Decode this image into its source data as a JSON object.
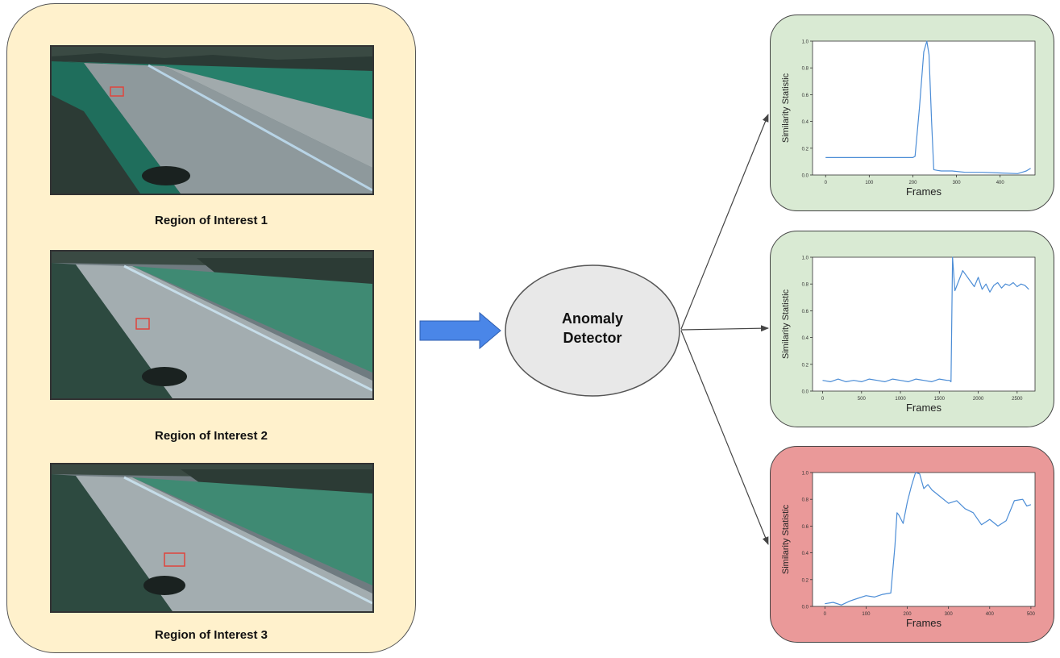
{
  "regions": [
    {
      "label": "Region of Interest 1"
    },
    {
      "label": "Region of Interest 2"
    },
    {
      "label": "Region of Interest 3"
    }
  ],
  "detector": {
    "line1": "Anomaly",
    "line2": "Detector"
  },
  "colors": {
    "panel_background": "#fff1cc",
    "flow_arrow": "#4a86e8",
    "detector_fill": "#e8e8e8",
    "normal_card": "#d9ead3",
    "anomalous_card": "#ea9999",
    "series_line": "#4c8dd6",
    "bounding_box": "#e0443c"
  },
  "chart_data": [
    {
      "type": "line",
      "status": "normal",
      "xlabel": "Frames",
      "ylabel": "Similarity Statistic",
      "xlim": [
        -30,
        480
      ],
      "ylim": [
        0,
        1.0
      ],
      "xticks": [
        0,
        100,
        200,
        300,
        400
      ],
      "yticks": [
        0.0,
        0.2,
        0.4,
        0.6,
        0.8,
        1.0
      ],
      "x": [
        0,
        50,
        100,
        150,
        200,
        205,
        215,
        225,
        232,
        237,
        243,
        248,
        255,
        265,
        290,
        320,
        360,
        400,
        440,
        450,
        460,
        470
      ],
      "y": [
        0.13,
        0.13,
        0.13,
        0.13,
        0.13,
        0.14,
        0.5,
        0.92,
        1.0,
        0.9,
        0.4,
        0.04,
        0.035,
        0.03,
        0.03,
        0.02,
        0.02,
        0.015,
        0.01,
        0.02,
        0.03,
        0.05
      ]
    },
    {
      "type": "line",
      "status": "normal",
      "xlabel": "Frames",
      "ylabel": "Similarity Statistic",
      "xlim": [
        -130,
        2730
      ],
      "ylim": [
        0,
        1.0
      ],
      "xticks": [
        0,
        500,
        1000,
        1500,
        2000,
        2500
      ],
      "yticks": [
        0.0,
        0.2,
        0.4,
        0.6,
        0.8,
        1.0
      ],
      "x": [
        0,
        100,
        200,
        300,
        400,
        500,
        600,
        700,
        800,
        900,
        1000,
        1100,
        1200,
        1300,
        1400,
        1500,
        1600,
        1630,
        1650,
        1670,
        1700,
        1760,
        1800,
        1850,
        1900,
        1950,
        2000,
        2050,
        2100,
        2150,
        2200,
        2250,
        2300,
        2350,
        2400,
        2450,
        2500,
        2550,
        2600,
        2650
      ],
      "y": [
        0.08,
        0.07,
        0.09,
        0.07,
        0.08,
        0.07,
        0.09,
        0.08,
        0.07,
        0.09,
        0.08,
        0.07,
        0.09,
        0.08,
        0.07,
        0.09,
        0.08,
        0.08,
        0.07,
        1.0,
        0.75,
        0.84,
        0.9,
        0.86,
        0.82,
        0.78,
        0.85,
        0.76,
        0.8,
        0.74,
        0.79,
        0.81,
        0.77,
        0.8,
        0.79,
        0.81,
        0.78,
        0.8,
        0.79,
        0.76
      ]
    },
    {
      "type": "line",
      "status": "anomalous",
      "xlabel": "Frames",
      "ylabel": "Similarity Statistic",
      "xlim": [
        -30,
        510
      ],
      "ylim": [
        0,
        1.0
      ],
      "xticks": [
        0,
        100,
        200,
        300,
        400,
        500
      ],
      "yticks": [
        0.0,
        0.2,
        0.4,
        0.6,
        0.8,
        1.0
      ],
      "x": [
        0,
        20,
        40,
        60,
        80,
        100,
        120,
        140,
        160,
        170,
        175,
        180,
        190,
        200,
        210,
        220,
        230,
        240,
        250,
        260,
        280,
        300,
        320,
        340,
        360,
        380,
        400,
        420,
        440,
        460,
        480,
        490,
        500
      ],
      "y": [
        0.02,
        0.03,
        0.01,
        0.04,
        0.06,
        0.08,
        0.07,
        0.09,
        0.1,
        0.45,
        0.7,
        0.68,
        0.62,
        0.78,
        0.9,
        1.0,
        0.99,
        0.88,
        0.91,
        0.87,
        0.82,
        0.77,
        0.79,
        0.73,
        0.7,
        0.61,
        0.65,
        0.6,
        0.64,
        0.79,
        0.8,
        0.75,
        0.76
      ]
    }
  ]
}
